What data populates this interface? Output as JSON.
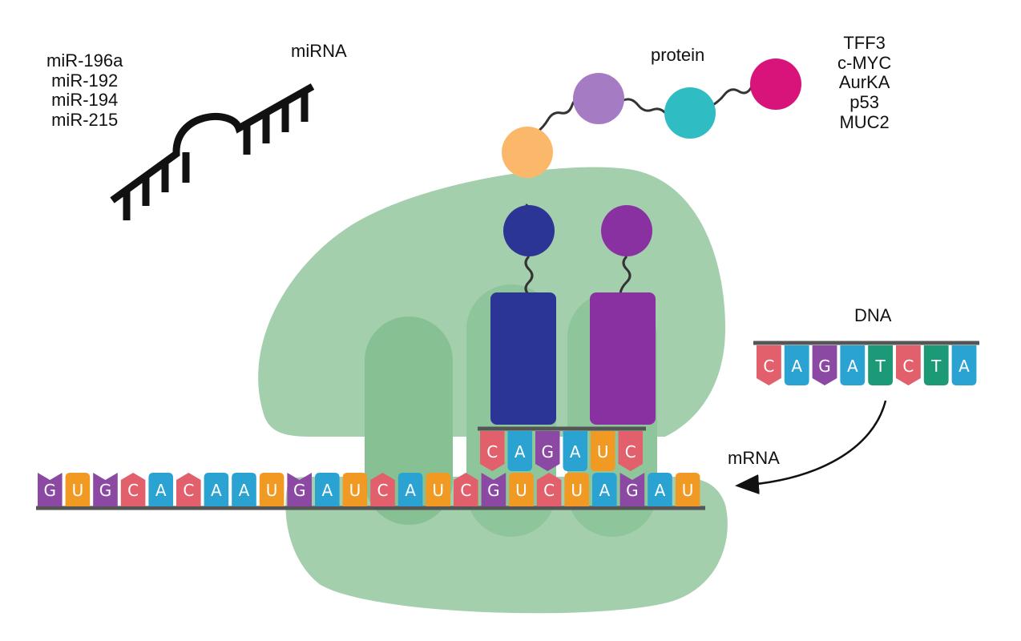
{
  "labels": {
    "mirna": "miRNA",
    "protein": "protein",
    "dna": "DNA",
    "mrna": "mRNA"
  },
  "mirna_list": [
    "miR-196a",
    "miR-192",
    "miR-194",
    "miR-215"
  ],
  "protein_list": [
    "TFF3",
    "c-MYC",
    "AurKA",
    "p53",
    "MUC2"
  ],
  "mrna_sequence": [
    "G",
    "U",
    "G",
    "C",
    "A",
    "C",
    "A",
    "A",
    "U",
    "G",
    "A",
    "U",
    "C",
    "A",
    "U",
    "C",
    "G",
    "U",
    "C",
    "U",
    "A",
    "G",
    "A",
    "U"
  ],
  "anticodon_sequence": [
    "C",
    "A",
    "G",
    "A",
    "U",
    "C"
  ],
  "dna_sequence": [
    "C",
    "A",
    "G",
    "A",
    "T",
    "C",
    "T",
    "A"
  ],
  "base_colors": {
    "A": "#2aa3d3",
    "U": "#f09a24",
    "G": "#8c49a3",
    "C": "#e2606c",
    "T": "#1c9a78"
  },
  "colors": {
    "ribosome": "#a3cfad",
    "ribosome_dark": "#7dbb89",
    "trna_left": "#2b3596",
    "trna_right": "#8a31a1",
    "protein_beads": [
      "#fbb86b",
      "#a57cc4",
      "#2fbcc2",
      "#d8147b"
    ],
    "backbone": "#555555"
  }
}
